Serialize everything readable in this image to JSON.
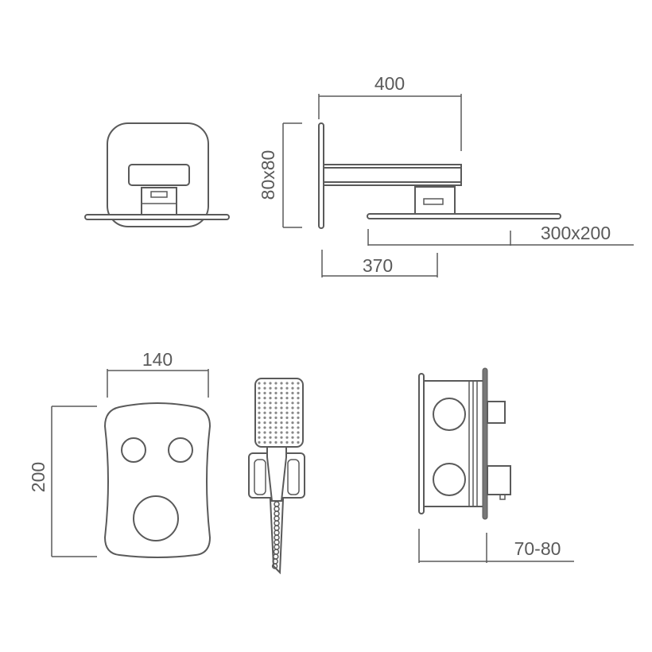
{
  "diagram": {
    "dimensions": {
      "arm_length": "400",
      "wall_flange": "80x80",
      "head_size": "300x200",
      "projection": "370",
      "plate_width": "140",
      "plate_height": "200",
      "valve_depth": "70-80"
    }
  }
}
